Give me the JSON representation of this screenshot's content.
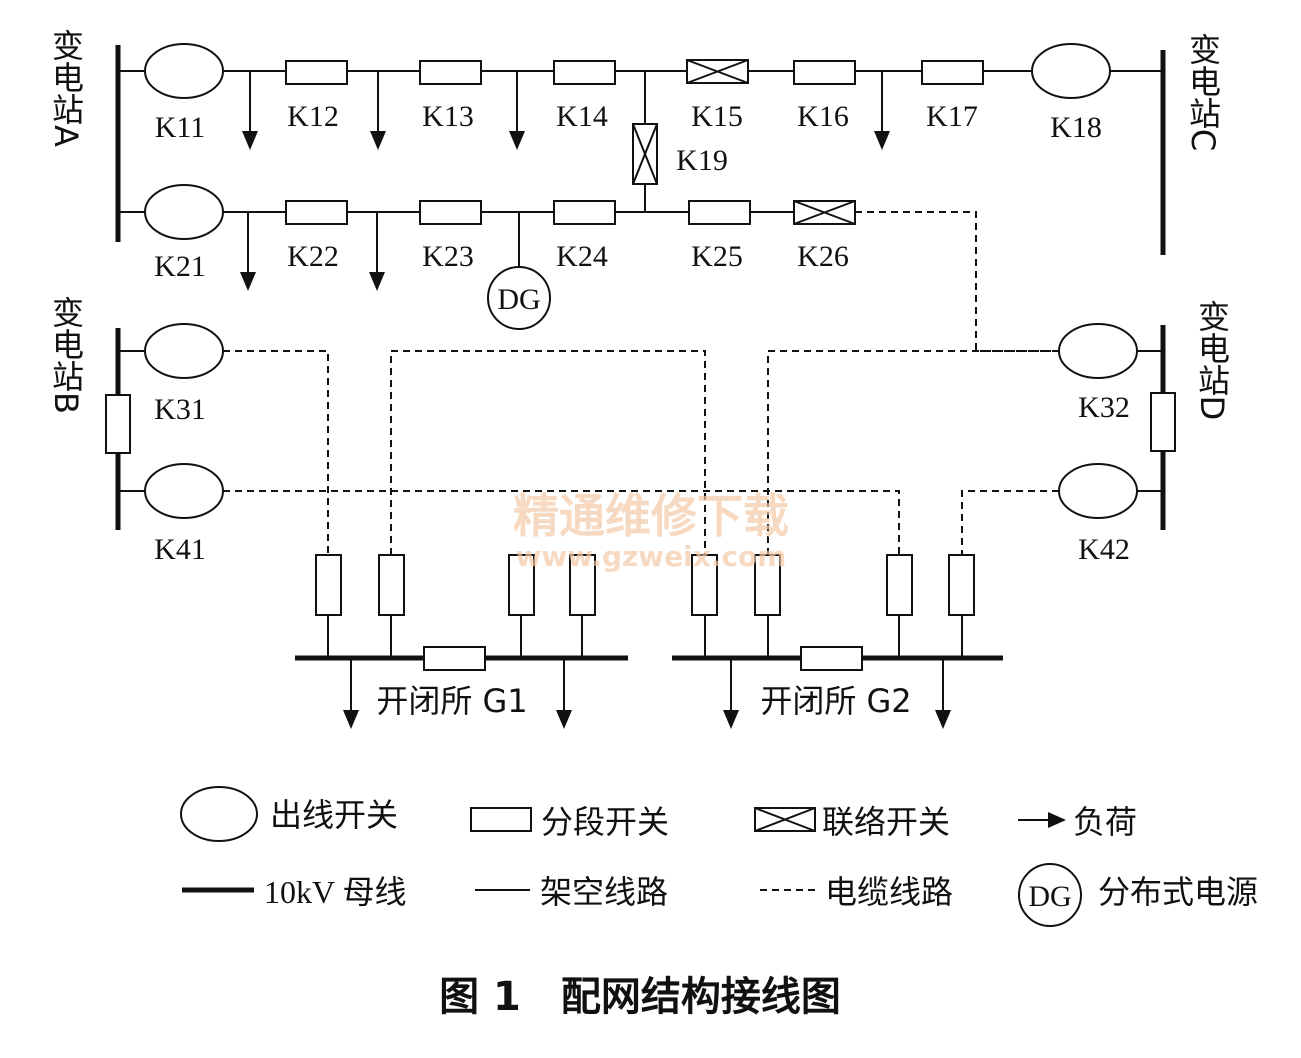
{
  "stations": {
    "a": "变电站A",
    "b": "变电站B",
    "c": "变电站C",
    "d": "变电站D"
  },
  "switches": {
    "k11": "K11",
    "k12": "K12",
    "k13": "K13",
    "k14": "K14",
    "k15": "K15",
    "k16": "K16",
    "k17": "K17",
    "k18": "K18",
    "k19": "K19",
    "k21": "K21",
    "k22": "K22",
    "k23": "K23",
    "k24": "K24",
    "k25": "K25",
    "k26": "K26",
    "k31": "K31",
    "k32": "K32",
    "k41": "K41",
    "k42": "K42"
  },
  "dg_label": "DG",
  "switchgear": {
    "g1": "开闭所 G1",
    "g2": "开闭所 G2"
  },
  "legend": {
    "outgoing_switch": "出线开关",
    "section_switch": "分段开关",
    "tie_switch": "联络开关",
    "load": "负荷",
    "bus": "10kV 母线",
    "overhead_line": "架空线路",
    "cable_line": "电缆线路",
    "dg_symbol": "DG",
    "distributed_source": "分布式电源"
  },
  "caption": "图 1　配网结构接线图",
  "watermark": {
    "title": "精通维修下载",
    "url": "www.gzweix.com"
  }
}
